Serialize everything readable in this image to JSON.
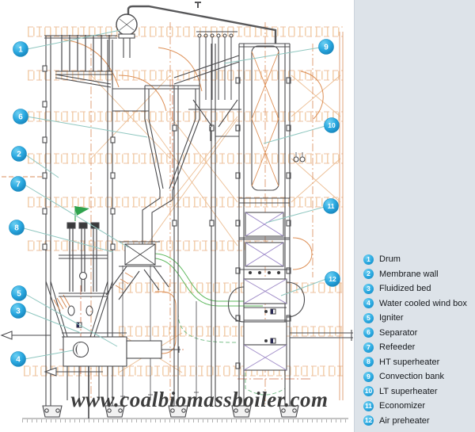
{
  "legend": {
    "items": [
      {
        "n": "1",
        "label": "Drum"
      },
      {
        "n": "2",
        "label": "Membrane wall"
      },
      {
        "n": "3",
        "label": "Fluidized bed"
      },
      {
        "n": "4",
        "label": "Water cooled wind box"
      },
      {
        "n": "5",
        "label": "Igniter"
      },
      {
        "n": "6",
        "label": "Separator"
      },
      {
        "n": "7",
        "label": "Refeeder"
      },
      {
        "n": "8",
        "label": "HT superheater"
      },
      {
        "n": "9",
        "label": "Convection bank"
      },
      {
        "n": "10",
        "label": "LT superheater"
      },
      {
        "n": "11",
        "label": "Economizer"
      },
      {
        "n": "12",
        "label": "Air preheater"
      }
    ]
  },
  "watermark": {
    "text": "www.coalbiomassboiler.com"
  },
  "colors": {
    "callout_blue": "#29a8e0",
    "panel_bg": "#dde3e9",
    "scaffold_orange": "#e2a06c",
    "drawing_line": "#4a4a4d",
    "leader_teal": "#8fc7c0",
    "flag_green": "#2fa34d",
    "watermark_gray": "#3d3d3d"
  }
}
